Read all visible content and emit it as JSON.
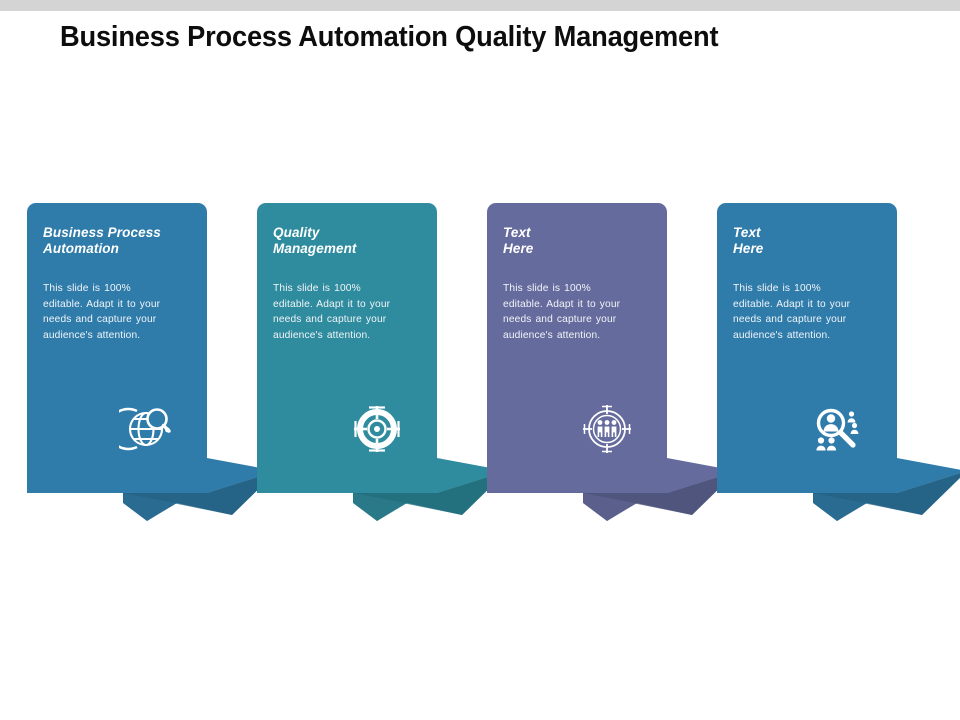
{
  "slide": {
    "title": "Business Process Automation Quality Management",
    "top_band_color": "#d4d4d4",
    "background_color": "#ffffff"
  },
  "body_text": "This  slide is 100% editable.  Adapt it to your needs  and capture  your audience's attention.",
  "cards": [
    {
      "title": "Business Process\nAutomation",
      "body": "This  slide is 100% editable.  Adapt it to your needs  and capture  your audience's attention.",
      "color": "#2f7cab",
      "ribbon_color": "#2a6b92",
      "ribbon_shade": "#1f5677",
      "icon": "globe-search-icon"
    },
    {
      "title": "Quality\nManagement",
      "body": "This  slide is 100% editable.  Adapt it to your needs  and capture  your audience's attention.",
      "color": "#2f8b9e",
      "ribbon_color": "#2a7989",
      "ribbon_shade": "#1f5f6d",
      "icon": "target-crosshair-icon"
    },
    {
      "title": "Text\nHere",
      "body": "This  slide is 100% editable.  Adapt it to your needs  and capture  your audience's attention.",
      "color": "#666b9e",
      "ribbon_color": "#5a5f8c",
      "ribbon_shade": "#4a4f76",
      "icon": "people-target-icon"
    },
    {
      "title": "Text\nHere",
      "body": "This  slide is 100% editable.  Adapt it to your needs  and capture  your audience's attention.",
      "color": "#2f7cab",
      "ribbon_color": "#2a6b92",
      "ribbon_shade": "#1f5677",
      "icon": "people-search-icon"
    }
  ]
}
